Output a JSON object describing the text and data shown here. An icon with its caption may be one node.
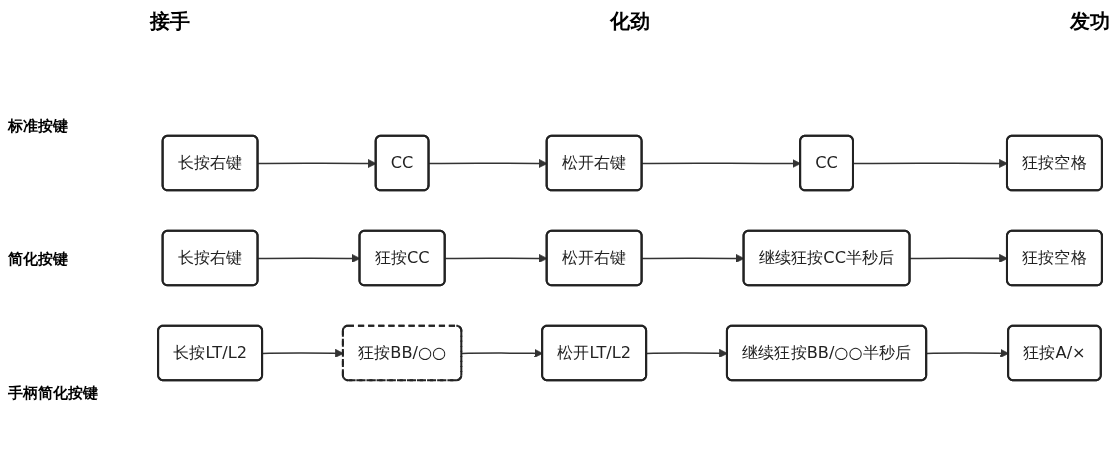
{
  "diagram": {
    "nodes": [
      {
        "text": [
          "长按右键"
        ]
      },
      {
        "text": [
          "CC"
        ]
      },
      {
        "text": [
          "松开右键"
        ]
      },
      {
        "text": [
          "CC"
        ]
      },
      {
        "text": [
          "狂按空格"
        ]
      },
      {
        "text": [
          "长按右键"
        ]
      },
      {
        "text": [
          "狂按CC"
        ]
      },
      {
        "text": [
          "松开右键"
        ]
      },
      {
        "text": [
          "继续狂按CC半秒后"
        ]
      },
      {
        "text": [
          "狂按空格"
        ]
      },
      {
        "text": [
          "长按LT/L2"
        ]
      },
      {
        "text": [
          "狂按BB/○○"
        ]
      },
      {
        "text": [
          "松开LT/L2"
        ]
      },
      {
        "text": [
          "继续狂按BB/○○半秒后"
        ]
      },
      {
        "text": [
          "狂按A/×"
        ]
      }
    ],
    "edges": [
      {
        "from": 0,
        "to": 1,
        "arrow": "to"
      },
      {
        "from": 1,
        "to": 2,
        "arrow": "to"
      },
      {
        "from": 2,
        "to": 3,
        "arrow": "to"
      },
      {
        "from": 3,
        "to": 4,
        "arrow": "to"
      },
      {
        "from": 5,
        "to": 6,
        "arrow": "to"
      },
      {
        "from": 6,
        "to": 7,
        "arrow": "to"
      },
      {
        "from": 7,
        "to": 8,
        "arrow": "to"
      },
      {
        "from": 8,
        "to": 9,
        "arrow": "to"
      },
      {
        "from": 10,
        "to": 11,
        "arrow": "to"
      },
      {
        "from": 11,
        "to": 12,
        "arrow": "to"
      },
      {
        "from": 12,
        "to": 13,
        "arrow": "to"
      },
      {
        "from": 13,
        "to": 14,
        "arrow": "to"
      }
    ],
    "labels": [
      "接手",
      "化劲",
      "发功",
      "标准按键",
      "简化按键",
      "手柄简化按键"
    ]
  }
}
